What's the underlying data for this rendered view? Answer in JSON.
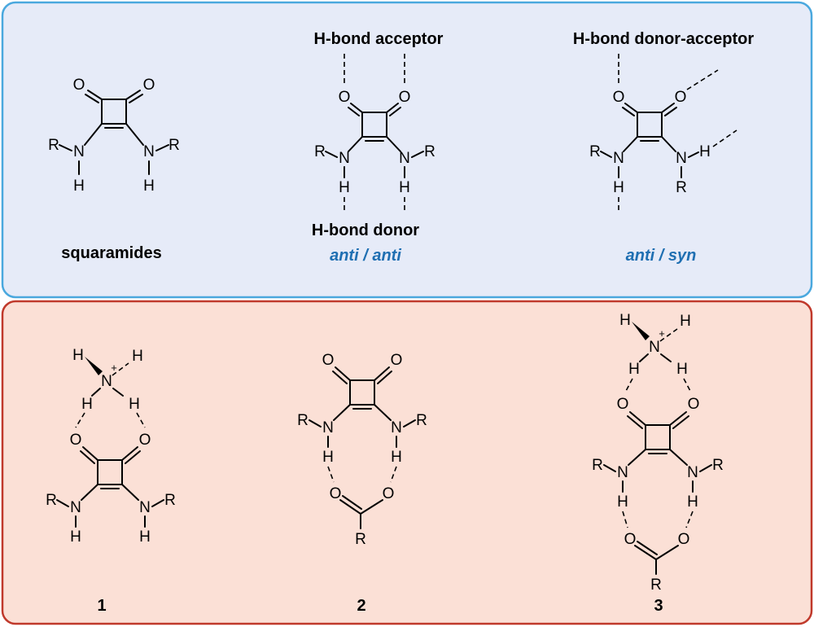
{
  "colors": {
    "top_panel_fill": "#e6ebf8",
    "top_panel_border": "#4aa8de",
    "bottom_panel_fill": "#fbe0d6",
    "bottom_panel_border": "#c0392b",
    "conformer_label": "#1f6fb2"
  },
  "top": {
    "squaramide_label": "squaramides",
    "acceptor_label": "H-bond acceptor",
    "donor_label": "H-bond donor",
    "donor_acceptor_label": "H-bond donor-acceptor",
    "anti_anti_label": "anti / anti",
    "anti_syn_label": "anti / syn"
  },
  "atoms": {
    "O": "O",
    "N": "N",
    "H": "H",
    "R": "R",
    "plus": "+"
  },
  "bottom": {
    "complex_1": "1",
    "complex_2": "2",
    "complex_3": "3"
  }
}
